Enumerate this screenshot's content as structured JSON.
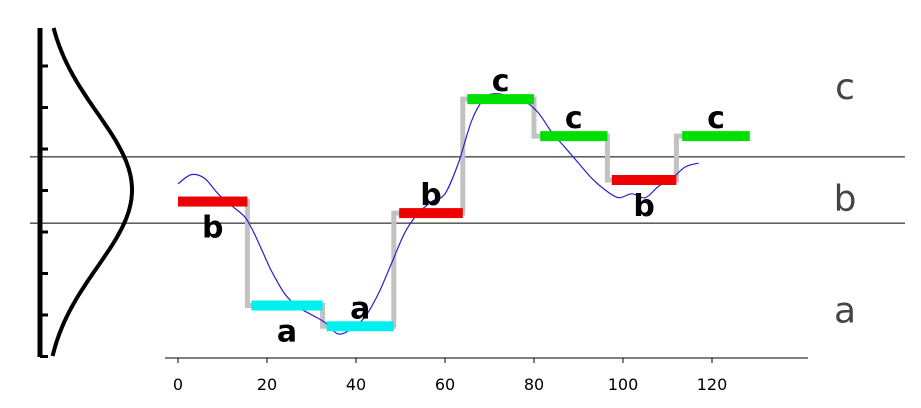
{
  "chart_data": {
    "type": "line",
    "x_ticks": [
      "0",
      "20",
      "40",
      "60",
      "80",
      "100",
      "120"
    ],
    "x_tick_values": [
      0,
      20,
      40,
      60,
      80,
      100,
      120
    ],
    "xlim": [
      -3,
      141
    ],
    "ylim": [
      -4.15,
      2.05
    ],
    "breakpoints": [
      -0.43,
      0.43
    ],
    "band_labels": [
      {
        "label": "c",
        "y": 1.35
      },
      {
        "label": "b",
        "y": -0.1
      },
      {
        "label": "a",
        "y": -1.55
      }
    ],
    "series": [
      {
        "type": "line",
        "color": "#2323d0",
        "x": [
          0,
          3,
          6,
          9,
          12,
          15,
          17,
          19,
          21,
          24,
          27,
          30,
          33,
          36,
          39,
          42,
          45,
          48,
          51,
          54,
          57,
          60,
          63,
          66,
          69,
          72,
          75,
          78,
          81,
          84,
          87,
          90,
          93,
          96,
          99,
          102,
          105,
          108,
          111,
          114,
          117
        ],
        "y": [
          0.08,
          0.2,
          0.15,
          -0.05,
          -0.2,
          -0.35,
          -0.55,
          -0.8,
          -1.05,
          -1.35,
          -1.52,
          -1.62,
          -1.72,
          -1.87,
          -1.8,
          -1.65,
          -1.35,
          -0.95,
          -0.55,
          -0.3,
          -0.15,
          -0.05,
          0.35,
          0.9,
          1.2,
          1.25,
          1.2,
          1.15,
          1.0,
          0.75,
          0.55,
          0.35,
          0.15,
          0.0,
          -0.1,
          -0.05,
          -0.1,
          0.05,
          0.15,
          0.3,
          0.35
        ]
      },
      {
        "type": "step",
        "color": "#c2c2c2",
        "x": [
          0,
          15.6,
          15.6,
          32.5,
          32.5,
          48.5,
          48.5,
          64,
          64,
          80,
          80,
          96.5,
          96.5,
          112,
          112,
          128
        ],
        "y": [
          -0.15,
          -0.15,
          -1.5,
          -1.5,
          -1.77,
          -1.77,
          -0.3,
          -0.3,
          1.18,
          1.18,
          0.7,
          0.7,
          0.13,
          0.13,
          0.7,
          0.7
        ]
      }
    ],
    "segments": [
      {
        "x0": 0,
        "x1": 15.6,
        "y": -0.15,
        "label": "b",
        "color": "#ee0000",
        "label_pos": "below"
      },
      {
        "x0": 16.5,
        "x1": 32.5,
        "y": -1.5,
        "label": "a",
        "color": "#00f0f0",
        "label_pos": "below"
      },
      {
        "x0": 33.4,
        "x1": 48.5,
        "y": -1.77,
        "label": "a",
        "color": "#00f0f0",
        "label_pos": "above"
      },
      {
        "x0": 49.7,
        "x1": 64,
        "y": -0.3,
        "label": "b",
        "color": "#ee0000",
        "label_pos": "above"
      },
      {
        "x0": 65,
        "x1": 80,
        "y": 1.18,
        "label": "c",
        "color": "#00e000",
        "label_pos": "above"
      },
      {
        "x0": 81.4,
        "x1": 96.5,
        "y": 0.7,
        "label": "c",
        "color": "#00e000",
        "label_pos": "above"
      },
      {
        "x0": 97.5,
        "x1": 112,
        "y": 0.13,
        "label": "b",
        "color": "#ee0000",
        "label_pos": "below"
      },
      {
        "x0": 113.3,
        "x1": 128.5,
        "y": 0.7,
        "label": "c",
        "color": "#00e000",
        "label_pos": "above"
      }
    ],
    "gaussian": {
      "mean": 0,
      "sd": 1
    },
    "grid": false,
    "legend": "none"
  }
}
